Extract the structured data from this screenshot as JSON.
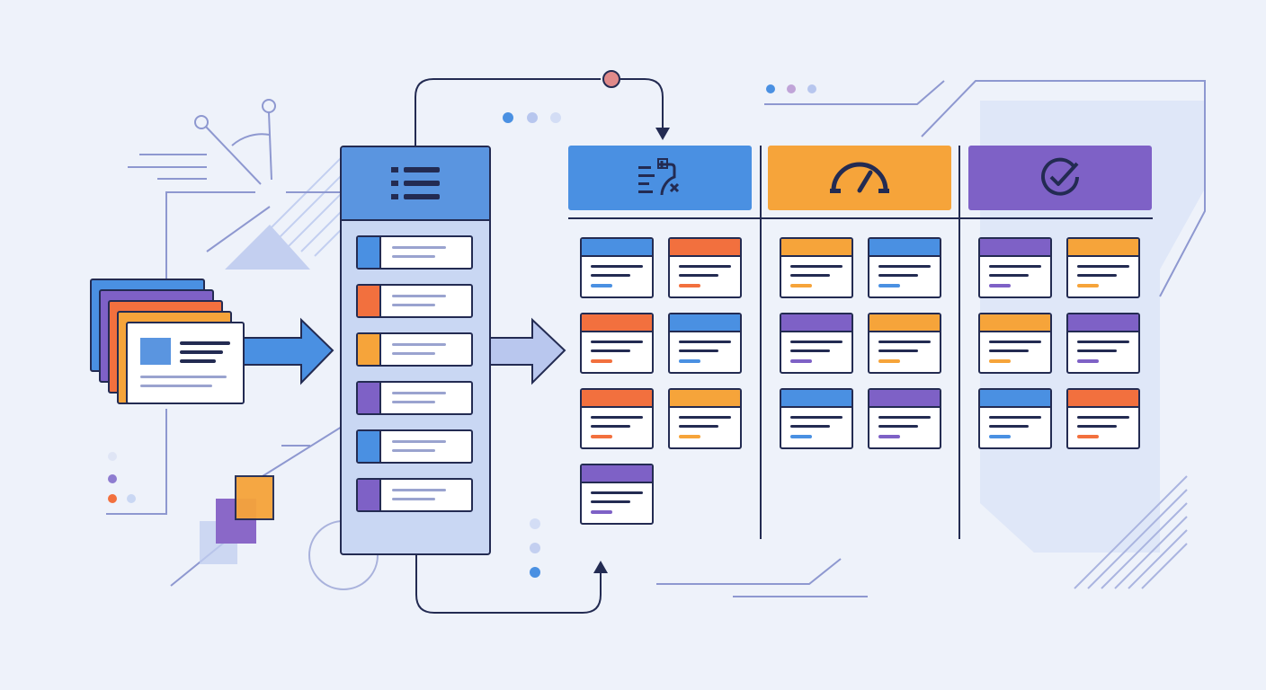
{
  "colors": {
    "background": "#eef2fa",
    "ink": "#232b52",
    "blue": "#4a90e2",
    "orange": "#f6a43a",
    "red_orange": "#f2703e",
    "purple": "#7e61c6",
    "queue_panel": "#c9d7f3",
    "queue_header": "#5a95e0"
  },
  "icons": {
    "queue_header": "list-icon",
    "column_1": "checklist-edit-icon",
    "column_2": "speedometer-gauge-icon",
    "column_3": "checkmark-circle-icon"
  },
  "columns": [
    {
      "name": "column-1",
      "header_color": "#4a90e2",
      "cards": [
        "blue",
        "red_orange",
        "red_orange",
        "blue",
        "red_orange",
        "orange",
        "purple"
      ]
    },
    {
      "name": "column-2",
      "header_color": "#f6a43a",
      "cards": [
        "orange",
        "blue",
        "purple",
        "orange",
        "blue",
        "purple"
      ]
    },
    {
      "name": "column-3",
      "header_color": "#7e61c6",
      "cards": [
        "purple",
        "orange",
        "orange",
        "purple",
        "blue",
        "red_orange"
      ]
    }
  ],
  "queue_items": [
    "blue",
    "red_orange",
    "orange",
    "purple",
    "blue",
    "purple"
  ],
  "input_stack": [
    "blue",
    "purple",
    "red_orange",
    "orange",
    "white"
  ]
}
